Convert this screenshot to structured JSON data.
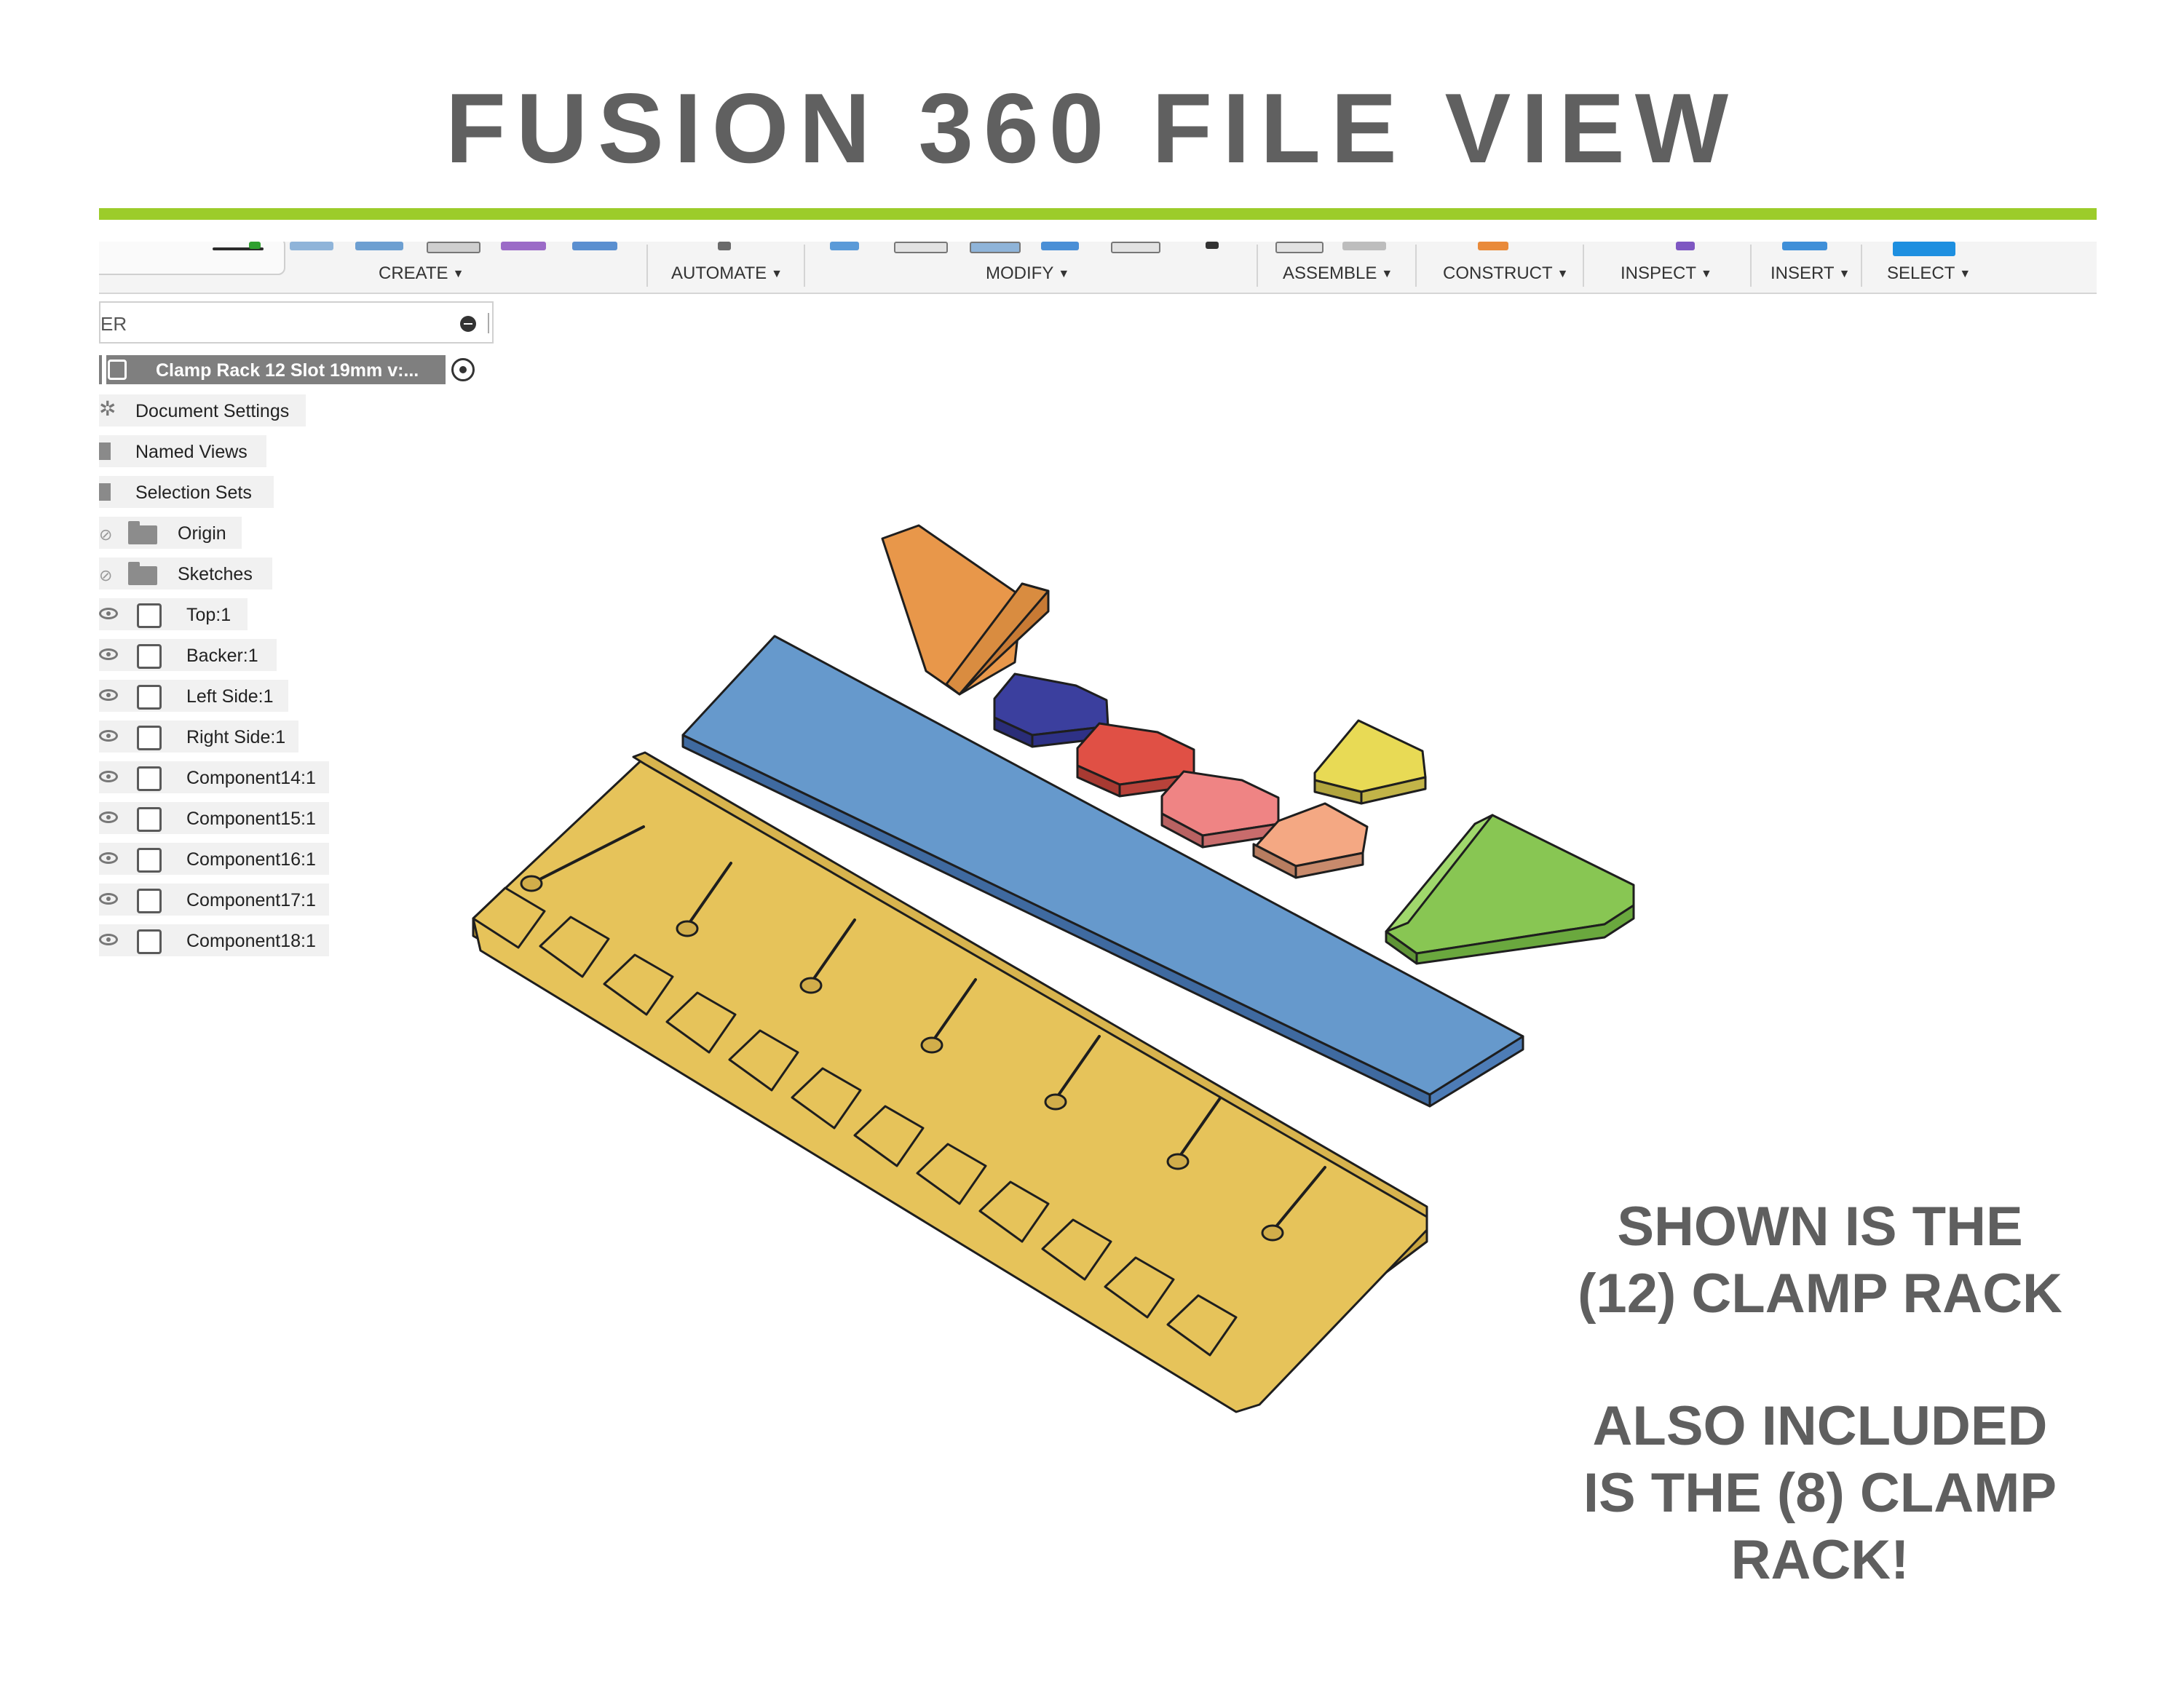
{
  "page": {
    "title": "FUSION 360 FILE VIEW"
  },
  "colors": {
    "accent_rule": "#9ccc2a",
    "title_text": "#606060",
    "backer_blue": "#6699cc",
    "rack_yellow": "#e6c35a",
    "part_orange": "#e8974a",
    "part_navy": "#3b3f9e",
    "part_red": "#e05045",
    "part_pink": "#ef8484",
    "part_peach": "#f4a883",
    "part_yellow": "#e8da55",
    "part_green": "#88c653"
  },
  "toolbar": {
    "groups": [
      {
        "label": "CREATE",
        "icon": "caret-down-icon"
      },
      {
        "label": "AUTOMATE",
        "icon": "caret-down-icon"
      },
      {
        "label": "MODIFY",
        "icon": "caret-down-icon"
      },
      {
        "label": "ASSEMBLE",
        "icon": "caret-down-icon"
      },
      {
        "label": "CONSTRUCT",
        "icon": "caret-down-icon"
      },
      {
        "label": "INSPECT",
        "icon": "caret-down-icon"
      },
      {
        "label": "INSERT",
        "icon": "caret-down-icon"
      },
      {
        "label": "SELECT",
        "icon": "caret-down-icon"
      }
    ]
  },
  "browser": {
    "filter_text": "ER",
    "root_label": "Clamp Rack 12 Slot 19mm v:...",
    "items": [
      {
        "label": "Document Settings",
        "icon": "gear-icon"
      },
      {
        "label": "Named Views",
        "icon": "folder-icon"
      },
      {
        "label": "Selection Sets",
        "icon": "folder-icon"
      },
      {
        "label": "Origin",
        "icon": "folder-icon",
        "visibility": "hidden-eye-icon"
      },
      {
        "label": "Sketches",
        "icon": "folder-icon",
        "visibility": "hidden-eye-icon"
      },
      {
        "label": "Top:1",
        "icon": "component-icon",
        "visibility": "eye-icon"
      },
      {
        "label": "Backer:1",
        "icon": "component-icon",
        "visibility": "eye-icon"
      },
      {
        "label": "Left Side:1",
        "icon": "component-icon",
        "visibility": "eye-icon"
      },
      {
        "label": "Right Side:1",
        "icon": "component-icon",
        "visibility": "eye-icon"
      },
      {
        "label": "Component14:1",
        "icon": "component-icon",
        "visibility": "eye-icon"
      },
      {
        "label": "Component15:1",
        "icon": "component-icon",
        "visibility": "eye-icon"
      },
      {
        "label": "Component16:1",
        "icon": "component-icon",
        "visibility": "eye-icon"
      },
      {
        "label": "Component17:1",
        "icon": "component-icon",
        "visibility": "eye-icon"
      },
      {
        "label": "Component18:1",
        "icon": "component-icon",
        "visibility": "eye-icon"
      }
    ]
  },
  "notes": {
    "line1": "SHOWN IS THE",
    "line2": "(12) CLAMP RACK",
    "line3": "ALSO INCLUDED",
    "line4": "IS THE (8) CLAMP",
    "line5": "RACK!"
  },
  "model": {
    "slot_count": 12
  }
}
